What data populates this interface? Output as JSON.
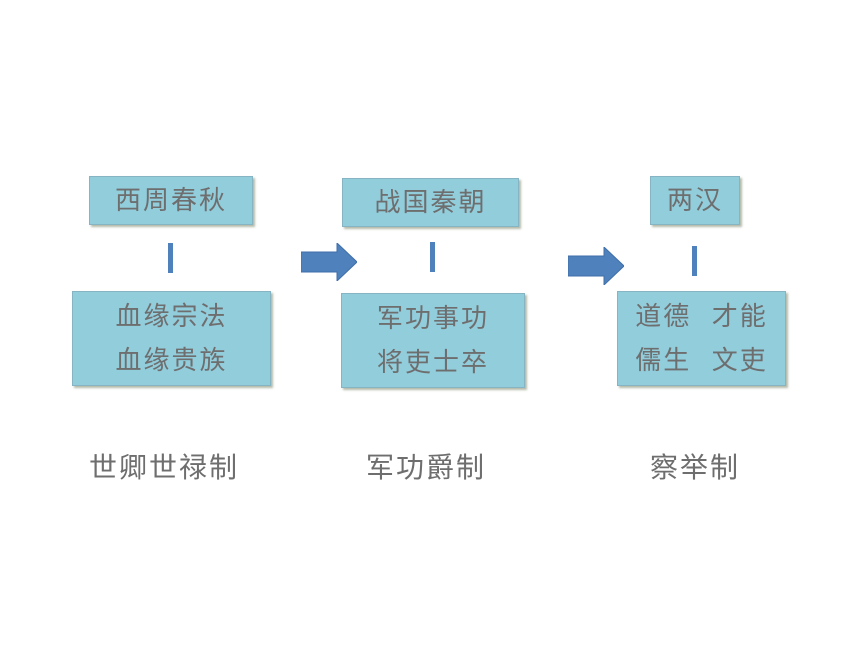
{
  "stages": [
    {
      "period": "西周春秋",
      "details": [
        "血缘宗法",
        "血缘贵族"
      ],
      "system": "世卿世禄制"
    },
    {
      "period": "战国秦朝",
      "details": [
        "军功事功",
        "将吏士卒"
      ],
      "system": "军功爵制"
    },
    {
      "period": "两汉",
      "details": [
        "道德  才能",
        "儒生  文吏"
      ],
      "system": "察举制"
    }
  ],
  "colors": {
    "box_fill": "#92cddc",
    "box_border": "#86b4c2",
    "connector": "#4f81bd",
    "arrow": "#4f81bd",
    "text": "#6e6e6e"
  }
}
